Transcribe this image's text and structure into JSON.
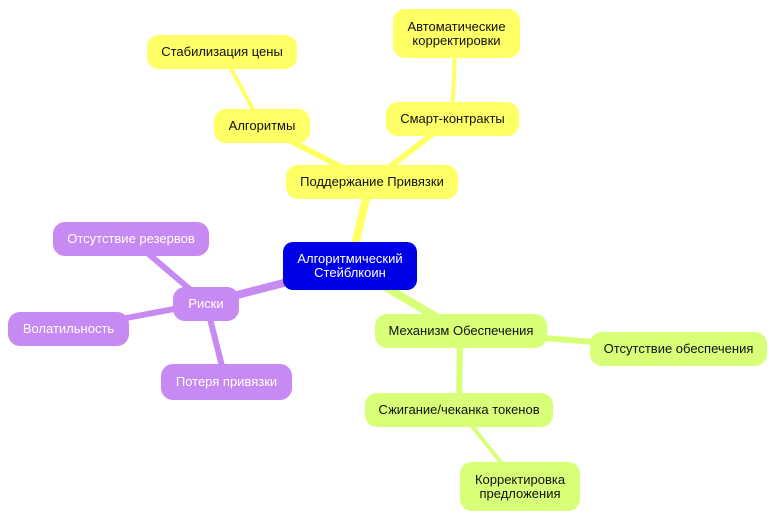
{
  "root": {
    "label": "Алгоритмический\nСтейблкоин"
  },
  "branches": {
    "peg": {
      "label": "Поддержание Привязки",
      "algorithms": "Алгоритмы",
      "price_stabilization": "Стабилизация цены",
      "smart_contracts": "Смарт-контракты",
      "auto_adjustments": "Автоматические\nкорректировки"
    },
    "collateral": {
      "label": "Механизм Обеспечения",
      "no_collateral": "Отсутствие обеспечения",
      "burn_mint": "Сжигание/чеканка токенов",
      "supply_adjustment": "Корректировка\nпредложения"
    },
    "risks": {
      "label": "Риски",
      "no_reserves": "Отсутствие резервов",
      "volatility": "Волатильность",
      "depeg": "Потеря привязки"
    }
  },
  "colors": {
    "root": "#0000e6",
    "peg": "#ffff66",
    "collateral": "#d7ff77",
    "risks": "#c78af2"
  }
}
